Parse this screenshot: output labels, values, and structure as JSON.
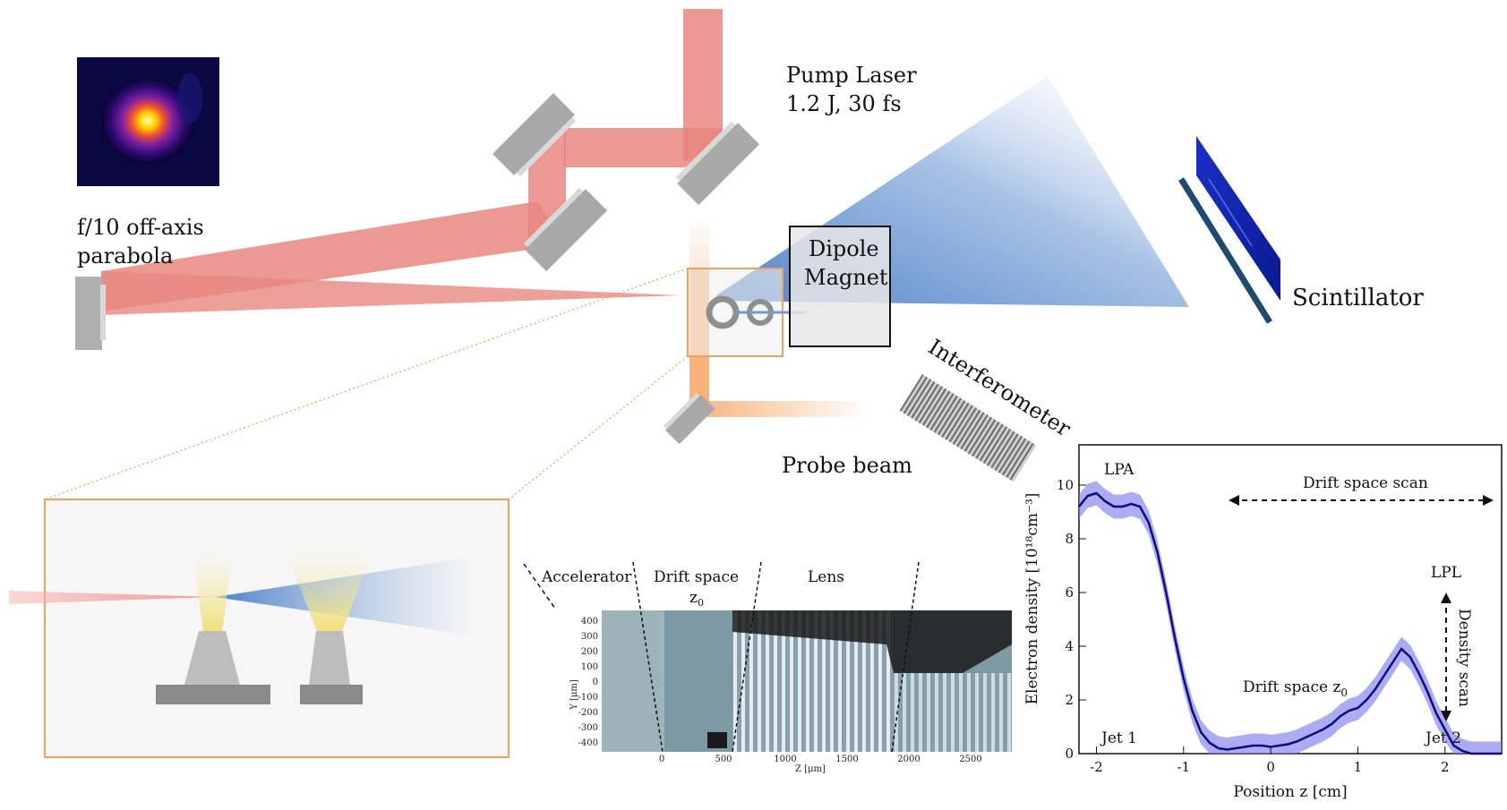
{
  "labels": {
    "pump_laser_line1": "Pump Laser",
    "pump_laser_line2": "1.2 J, 30 fs",
    "parabola_line1": "f/10 off-axis",
    "parabola_line2": "parabola",
    "dipole_line1": "Dipole",
    "dipole_line2": "Magnet",
    "scintillator": "Scintillator",
    "interferometer": "Interferometer",
    "probe_beam": "Probe beam"
  },
  "interferogram": {
    "regions": [
      "Accelerator",
      "Drift space",
      "Lens"
    ],
    "drift_sub_label": "z",
    "drift_sub_index": "0",
    "y_axis_label": "Y [μm]",
    "x_axis_label": "Z [μm]",
    "y_ticks": [
      "400",
      "300",
      "200",
      "100",
      "0",
      "-100",
      "-200",
      "-300",
      "-400"
    ],
    "x_ticks": [
      "0",
      "500",
      "1000",
      "1500",
      "2000",
      "2500"
    ]
  },
  "colors": {
    "pump": "#e8877f",
    "probe": "#f5b27a",
    "electron": "#6f9ad6",
    "curve": "#0d0d7a",
    "band": "#7f7ff0",
    "zoom_box": "#f5a05a"
  },
  "chart_data": {
    "type": "line",
    "xlabel": "Position z [cm]",
    "ylabel": "Electron density [10¹⁸cm⁻³]",
    "xlim": [
      -2.2,
      2.65
    ],
    "ylim": [
      0,
      11.5
    ],
    "x_ticks": [
      -2,
      -1,
      0,
      1,
      2
    ],
    "y_ticks": [
      0,
      2,
      4,
      6,
      8,
      10
    ],
    "series": [
      {
        "x": [
          -2.2,
          -2.1,
          -2.0,
          -1.9,
          -1.8,
          -1.7,
          -1.6,
          -1.5,
          -1.4,
          -1.3,
          -1.2,
          -1.1,
          -1.0,
          -0.9,
          -0.8,
          -0.7,
          -0.6,
          -0.5,
          -0.4,
          -0.3,
          -0.2,
          -0.1,
          0.0,
          0.1,
          0.2,
          0.3,
          0.4,
          0.5,
          0.6,
          0.7,
          0.8,
          0.9,
          1.0,
          1.1,
          1.2,
          1.3,
          1.4,
          1.5,
          1.6,
          1.7,
          1.8,
          1.9,
          2.0,
          2.1,
          2.2,
          2.3,
          2.4,
          2.5,
          2.65
        ],
        "y": [
          9.2,
          9.6,
          9.7,
          9.4,
          9.2,
          9.2,
          9.3,
          9.2,
          8.6,
          7.5,
          6.0,
          4.3,
          2.8,
          1.6,
          0.8,
          0.4,
          0.2,
          0.15,
          0.2,
          0.25,
          0.3,
          0.3,
          0.25,
          0.3,
          0.35,
          0.45,
          0.6,
          0.75,
          0.9,
          1.1,
          1.4,
          1.6,
          1.7,
          2.0,
          2.4,
          2.9,
          3.4,
          3.9,
          3.6,
          3.0,
          2.3,
          1.5,
          0.9,
          0.3,
          0.1,
          0.0,
          0.0,
          0.0,
          0.0
        ],
        "band": 0.45
      }
    ],
    "annotations": {
      "lpa": "LPA",
      "lpl": "LPL",
      "drift_scan": "Drift space scan",
      "drift_space": "Drift space z",
      "drift_space_sub": "0",
      "density_scan": "Density scan",
      "jet1": "Jet 1",
      "jet2": "Jet 2"
    }
  }
}
